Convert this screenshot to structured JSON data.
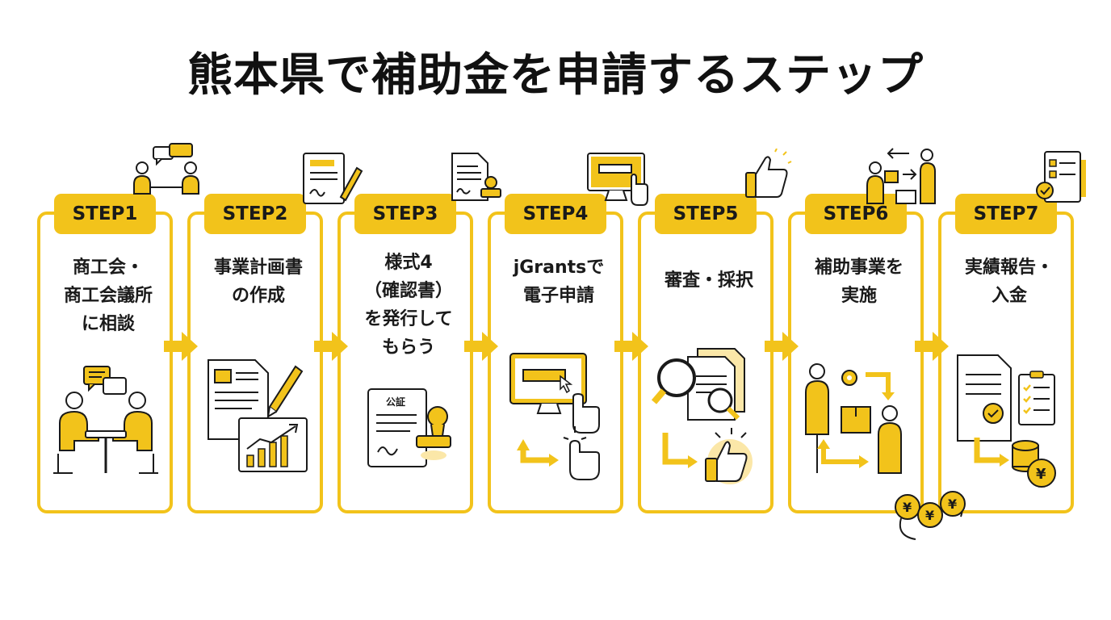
{
  "title": "熊本県で補助金を申請するステップ",
  "colors": {
    "accent": "#f2c31b",
    "highlight": "#fbe7a8",
    "text": "#1a1a1a"
  },
  "steps": [
    {
      "step": "STEP1",
      "label": "商工会・\n商工会議所\nに相談",
      "icons": [
        "people-chat-icon",
        "meeting-table-icon"
      ]
    },
    {
      "step": "STEP2",
      "label": "事業計画書\nの作成",
      "icons": [
        "document-pen-icon",
        "growth-chart-icon"
      ]
    },
    {
      "step": "STEP3",
      "label": "様式4\n（確認書）\nを発行して\nもらう",
      "icons": [
        "stamp-document-icon",
        "certificate-stamp-icon"
      ]
    },
    {
      "step": "STEP4",
      "label": "jGrantsで\n電子申請",
      "icons": [
        "computer-click-icon",
        "monitor-pointer-icon"
      ]
    },
    {
      "step": "STEP5",
      "label": "審査・採択",
      "icons": [
        "thumbs-up-icon",
        "magnifier-documents-icon"
      ]
    },
    {
      "step": "STEP6",
      "label": "補助事業を\n実施",
      "icons": [
        "delivery-people-icon",
        "yen-coins-cycle-icon"
      ]
    },
    {
      "step": "STEP7",
      "label": "実績報告・\n入金",
      "icons": [
        "checklist-icon",
        "report-coins-icon"
      ]
    }
  ],
  "icon_text": {
    "certificate": "公証",
    "yen": "¥"
  }
}
